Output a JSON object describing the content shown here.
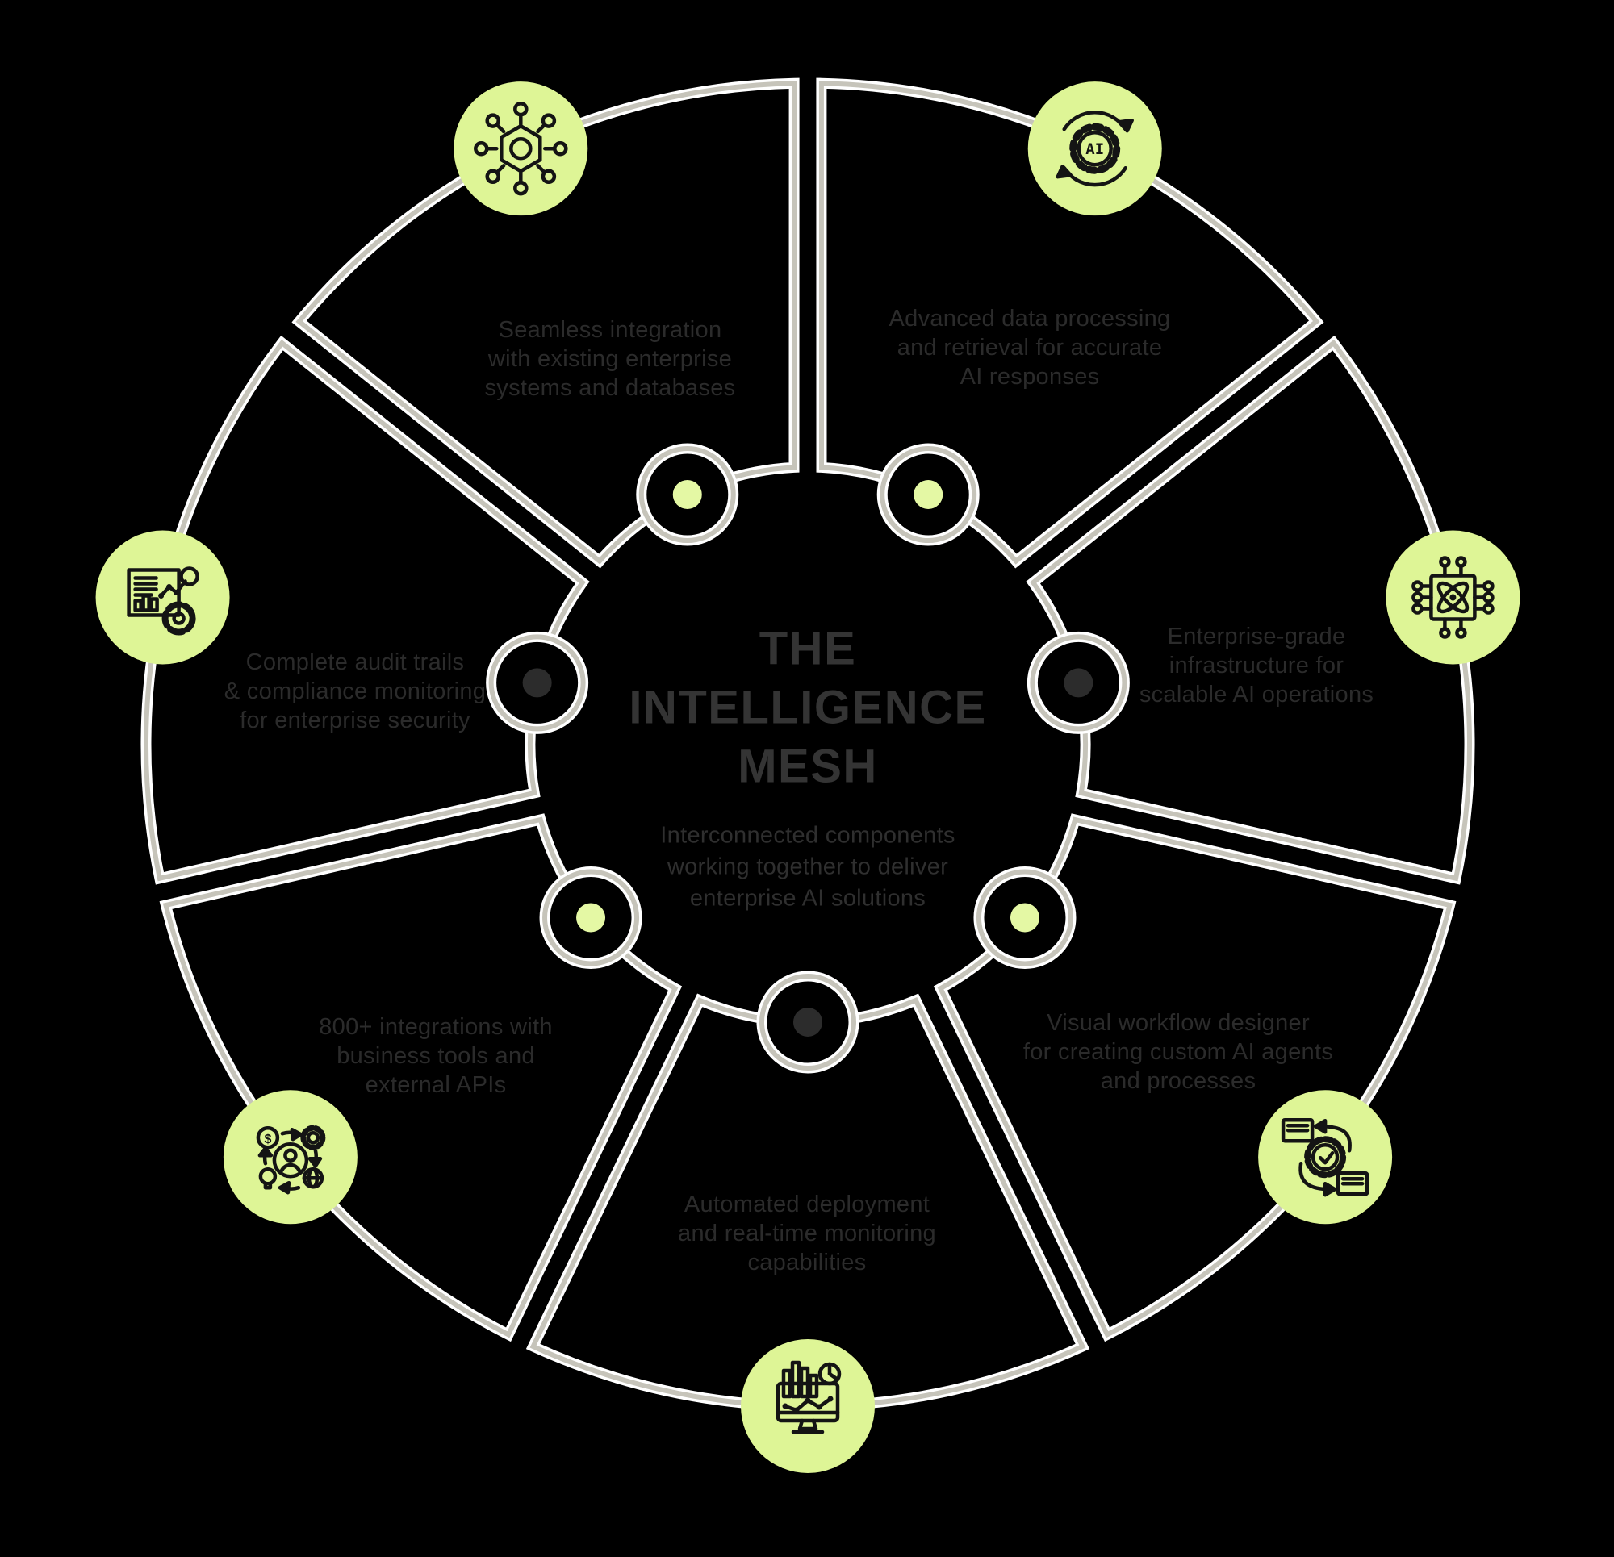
{
  "center": {
    "title": "THE\nINTELLIGENCE\nMESH",
    "subtitle": "Interconnected components\nworking together to deliver\nenterprise AI solutions"
  },
  "colors": {
    "background": "#000000",
    "line": "#c6c4ba",
    "line_edge": "#ffffff",
    "lime": "#def596",
    "lime_dot": "#e4f8a4",
    "dot_dark": "#2c2c2c",
    "label_text": "#2b2b2b",
    "title_text": "#343434",
    "subtitle_text": "#2f2f2f",
    "icon_line": "#141414"
  },
  "segments": [
    {
      "id": "integration",
      "angle": -25.71,
      "dot": "lime",
      "icon": "network-hub-icon",
      "label": "Seamless integration\nwith existing enterprise\nsystems and databases"
    },
    {
      "id": "data-processing",
      "angle": 25.71,
      "dot": "lime",
      "icon": "ai-gear-cycle-icon",
      "label": "Advanced data processing\nand retrieval for accurate\nAI responses"
    },
    {
      "id": "infrastructure",
      "angle": 77.14,
      "dot": "dark",
      "icon": "chip-atom-icon",
      "label": "Enterprise-grade\ninfrastructure for\nscalable AI operations"
    },
    {
      "id": "workflow",
      "angle": 128.57,
      "dot": "lime",
      "icon": "workflow-icon",
      "label": "Visual workflow designer\nfor creating custom AI agents\nand processes"
    },
    {
      "id": "deployment",
      "angle": 180,
      "dot": "dark",
      "icon": "monitoring-dashboard-icon",
      "label": "Automated deployment\nand real-time monitoring\ncapabilities"
    },
    {
      "id": "apis",
      "angle": -128.57,
      "dot": "lime",
      "icon": "integration-cycle-icon",
      "label": "800+ integrations with\nbusiness tools and\nexternal APIs"
    },
    {
      "id": "audit",
      "angle": -77.14,
      "dot": "dark",
      "icon": "audit-report-icon",
      "label": "Complete audit trails\n& compliance monitoring\nfor enterprise security"
    }
  ]
}
